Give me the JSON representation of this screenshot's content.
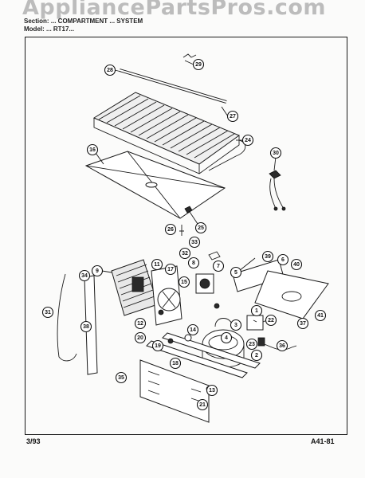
{
  "watermark": "AppliancePartsPros.com",
  "header": {
    "section_line": "Section: ... COMPARTMENT ... SYSTEM",
    "model_line": "Model: ... RT17..."
  },
  "footer": {
    "date": "3/93",
    "page_code": "A41-81"
  },
  "callouts": [
    "1",
    "2",
    "3",
    "4",
    "5",
    "6",
    "7",
    "8",
    "9",
    "11",
    "12",
    "13",
    "14",
    "15",
    "16",
    "17",
    "18",
    "19",
    "20",
    "21",
    "22",
    "23",
    "24",
    "25",
    "26",
    "27",
    "28",
    "29",
    "30",
    "31",
    "32",
    "33",
    "34",
    "35",
    "36",
    "37",
    "38",
    "39",
    "40",
    "41"
  ]
}
